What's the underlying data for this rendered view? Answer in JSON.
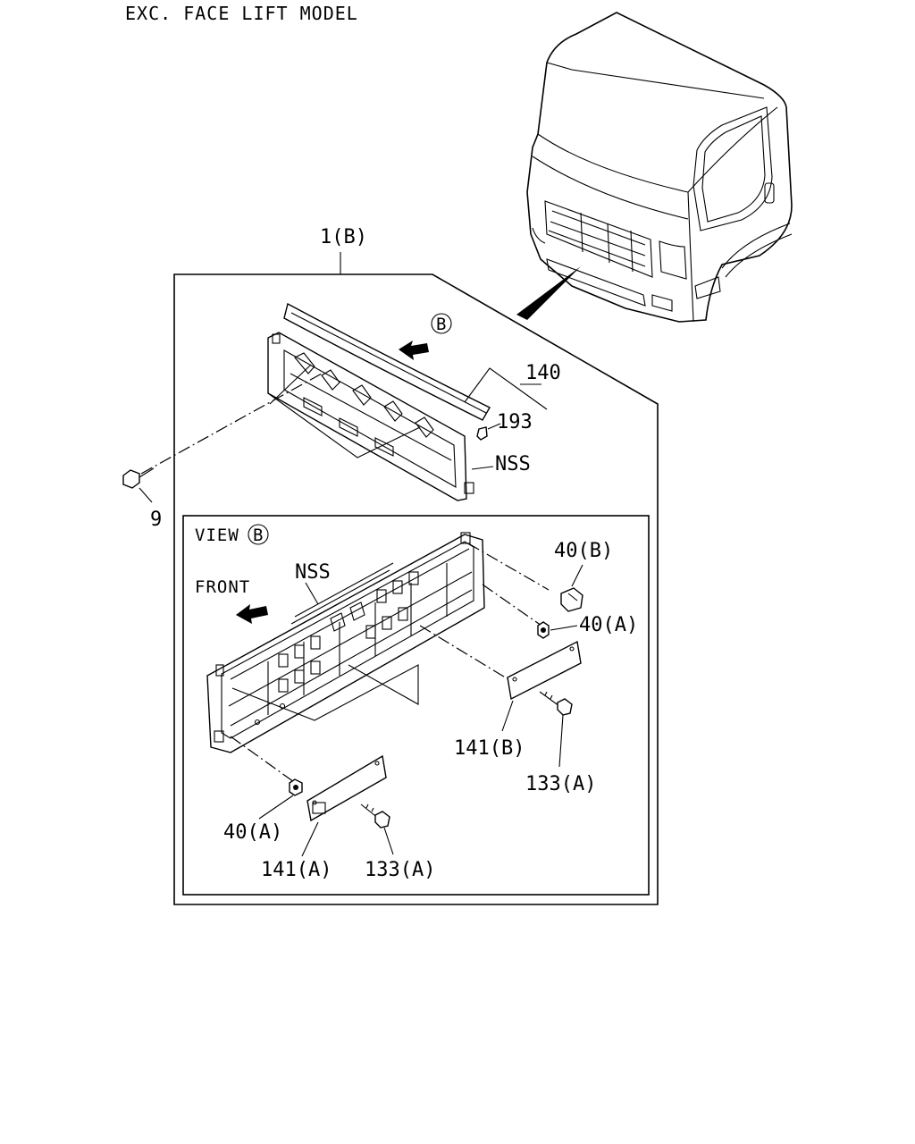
{
  "title": "EXC. FACE LIFT MODEL",
  "labels": {
    "assembly": "1(B)",
    "part_140": "140",
    "part_193": "193",
    "nss_top": "NSS",
    "part_9": "9",
    "view_word": "VIEW",
    "view_letter": "B",
    "arrow_letter": "B",
    "front": "FRONT",
    "nss_view": "NSS",
    "part_40b": "40(B)",
    "part_40a_right": "40(A)",
    "part_141b": "141(B)",
    "part_133a_right": "133(A)",
    "part_40a_left": "40(A)",
    "part_141a": "141(A)",
    "part_133a_left": "133(A)"
  }
}
